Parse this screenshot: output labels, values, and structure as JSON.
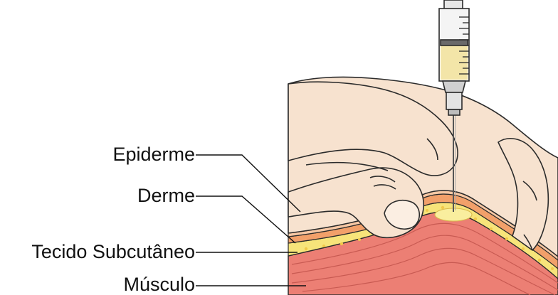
{
  "labels": {
    "epiderme": "Epiderme",
    "derme": "Derme",
    "tecido_subcutaneo": "Tecido Subcutâneo",
    "musculo": "Músculo"
  },
  "colors": {
    "skin": "#f7e2cf",
    "skin_outline": "#2b2b2b",
    "dermis": "#f2a06a",
    "subcutaneous": "#f7e47a",
    "muscle": "#ec7f74",
    "muscle_lines": "#c85a52",
    "fluid": "#f3e5a8",
    "syringe_metal": "#d0d0d0"
  },
  "icons": {
    "syringe": "syringe-icon",
    "hand": "pinching-hand-illustration"
  }
}
